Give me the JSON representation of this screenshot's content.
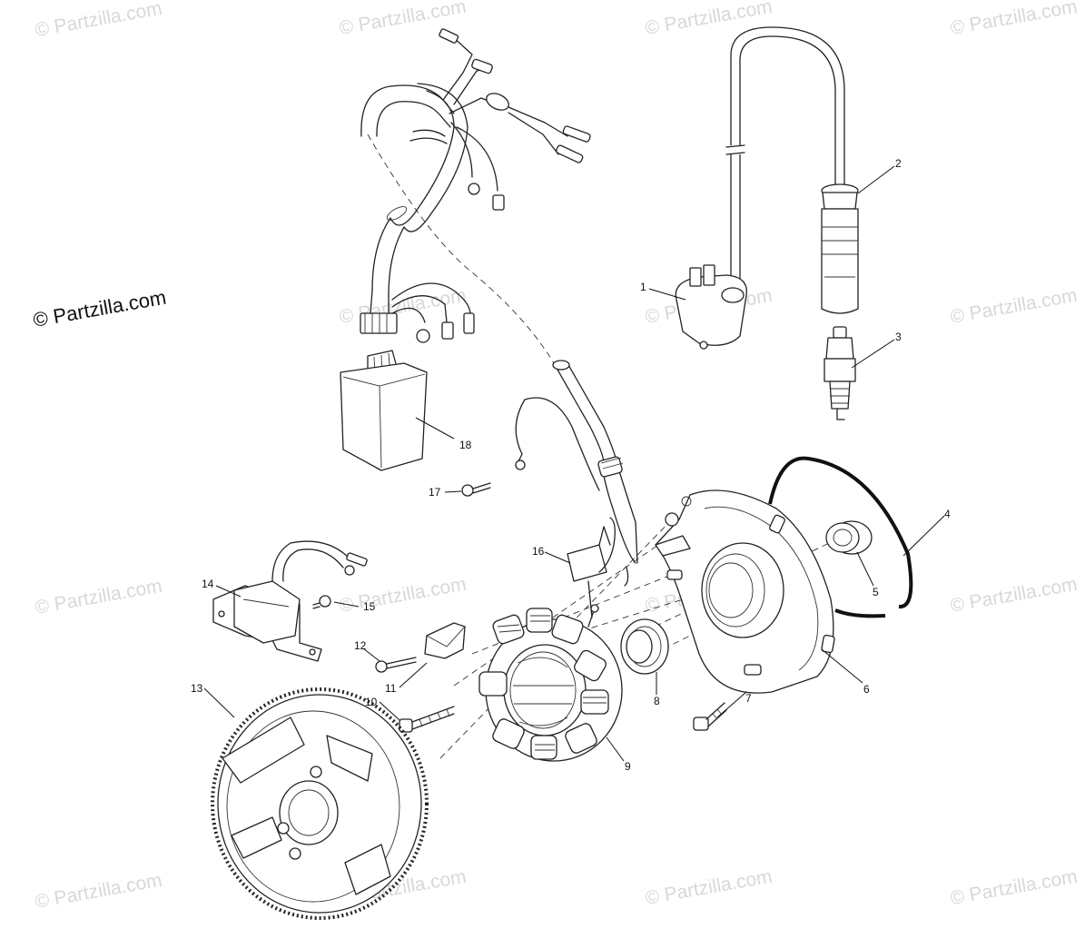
{
  "watermark": {
    "text": "© Partzilla.com",
    "color": "#d8d8d8"
  },
  "copyright": {
    "text": "© Partzilla.com"
  },
  "callouts": {
    "c1": "1",
    "c2": "2",
    "c3": "3",
    "c4": "4",
    "c5": "5",
    "c6": "6",
    "c7": "7",
    "c8": "8",
    "c9": "9",
    "c10": "10",
    "c11": "11",
    "c12": "12",
    "c13": "13",
    "c14": "14",
    "c15": "15",
    "c16": "16",
    "c17": "17",
    "c18": "18"
  },
  "icons": {
    "ignition_coil": "ignition-coil-icon",
    "spark_plug_cap": "spark-plug-cap-icon",
    "spark_plug": "spark-plug-icon",
    "o_ring": "o-ring-icon",
    "bearing": "bearing-icon",
    "stator_plate": "stator-plate-icon",
    "stator": "stator-coil-icon",
    "flywheel": "flywheel-icon",
    "cdi_box": "cdi-box-icon",
    "wire_harness": "wire-harness-icon",
    "regulator": "voltage-regulator-icon",
    "pulser_coil": "pulser-coil-icon"
  }
}
